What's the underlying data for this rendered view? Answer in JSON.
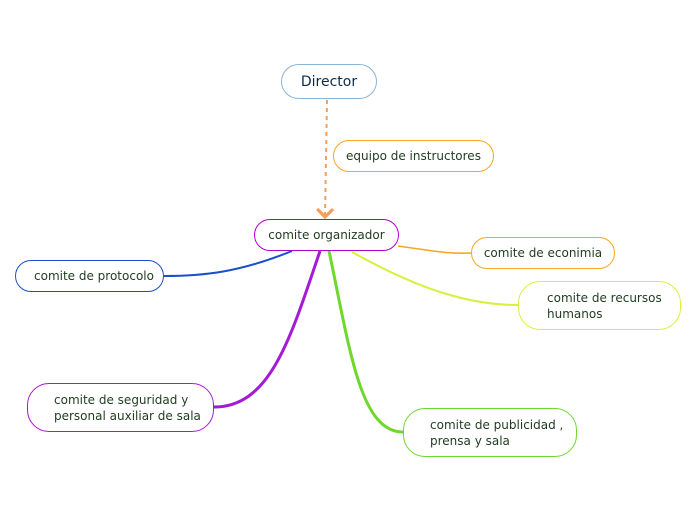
{
  "nodes": {
    "director": "Director",
    "equipo": "equipo de instructores",
    "organizador": "comite organizador",
    "protocolo": "comite de protocolo",
    "economia": "comite de econimia",
    "recursos": "comite de recursos\nhumanos",
    "seguridad": "comite de seguridad y\npersonal auxiliar de sala",
    "publicidad": "comite de publicidad ,\nprensa  y sala"
  },
  "colors": {
    "director": "#8ab4d6",
    "equipo": "#f5a623",
    "organizador": "#b000d0",
    "protocolo": "#1a4fc9",
    "economia": "#f5a623",
    "recursos": "#d9ee3e",
    "seguridad": "#a51ad6",
    "publicidad": "#6ed82c",
    "dashed_link": "#f5a05a"
  }
}
